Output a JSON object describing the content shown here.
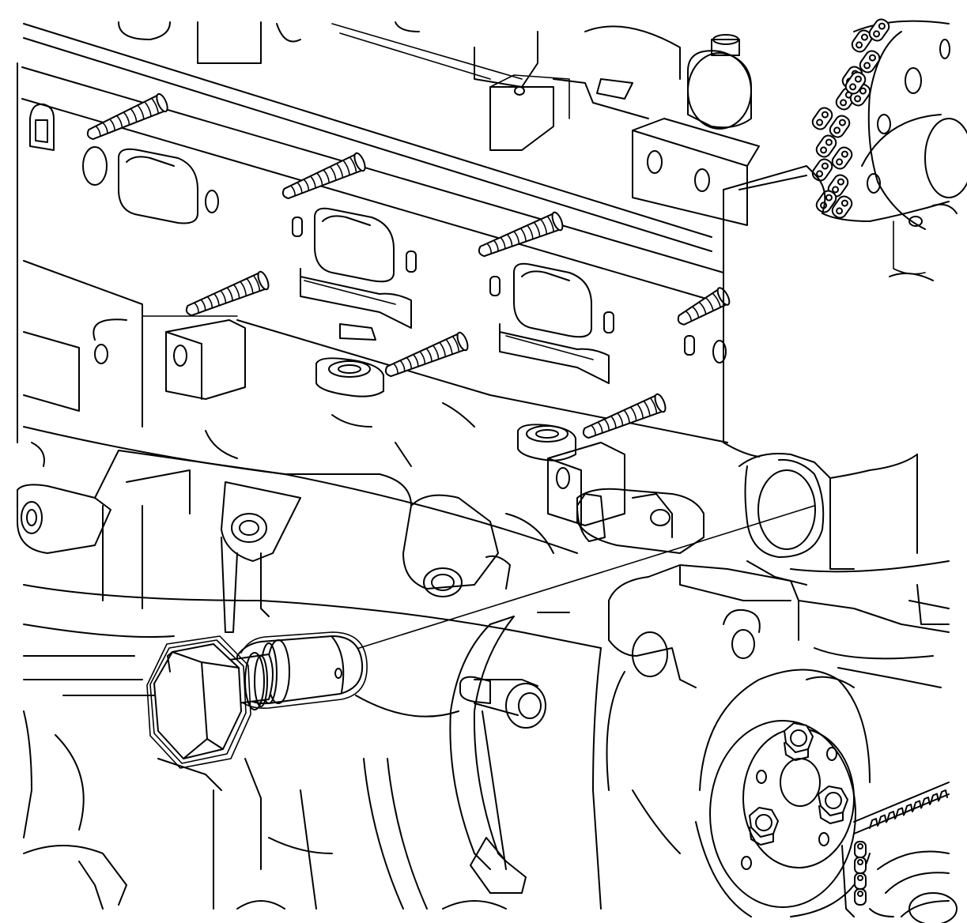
{
  "diagram": {
    "style": "black line art on white",
    "stroke_color": "#000000",
    "background_color": "#ffffff",
    "parts": [
      {
        "key": "cylinder-head",
        "icon": "engine-cylinder-head"
      },
      {
        "key": "exhaust-studs",
        "icon": "threaded-stud"
      },
      {
        "key": "timing-chain",
        "icon": "roller-chain"
      },
      {
        "key": "camshaft-sprocket",
        "icon": "sprocket"
      },
      {
        "key": "oil-pressure-sensor",
        "icon": "hex-sensor"
      },
      {
        "key": "installation-leader-line",
        "icon": "leader-line"
      },
      {
        "key": "engine-block",
        "icon": "engine-block"
      },
      {
        "key": "crankshaft-pulley",
        "icon": "pulley"
      },
      {
        "key": "crankshaft-sprocket",
        "icon": "sprocket"
      }
    ]
  }
}
